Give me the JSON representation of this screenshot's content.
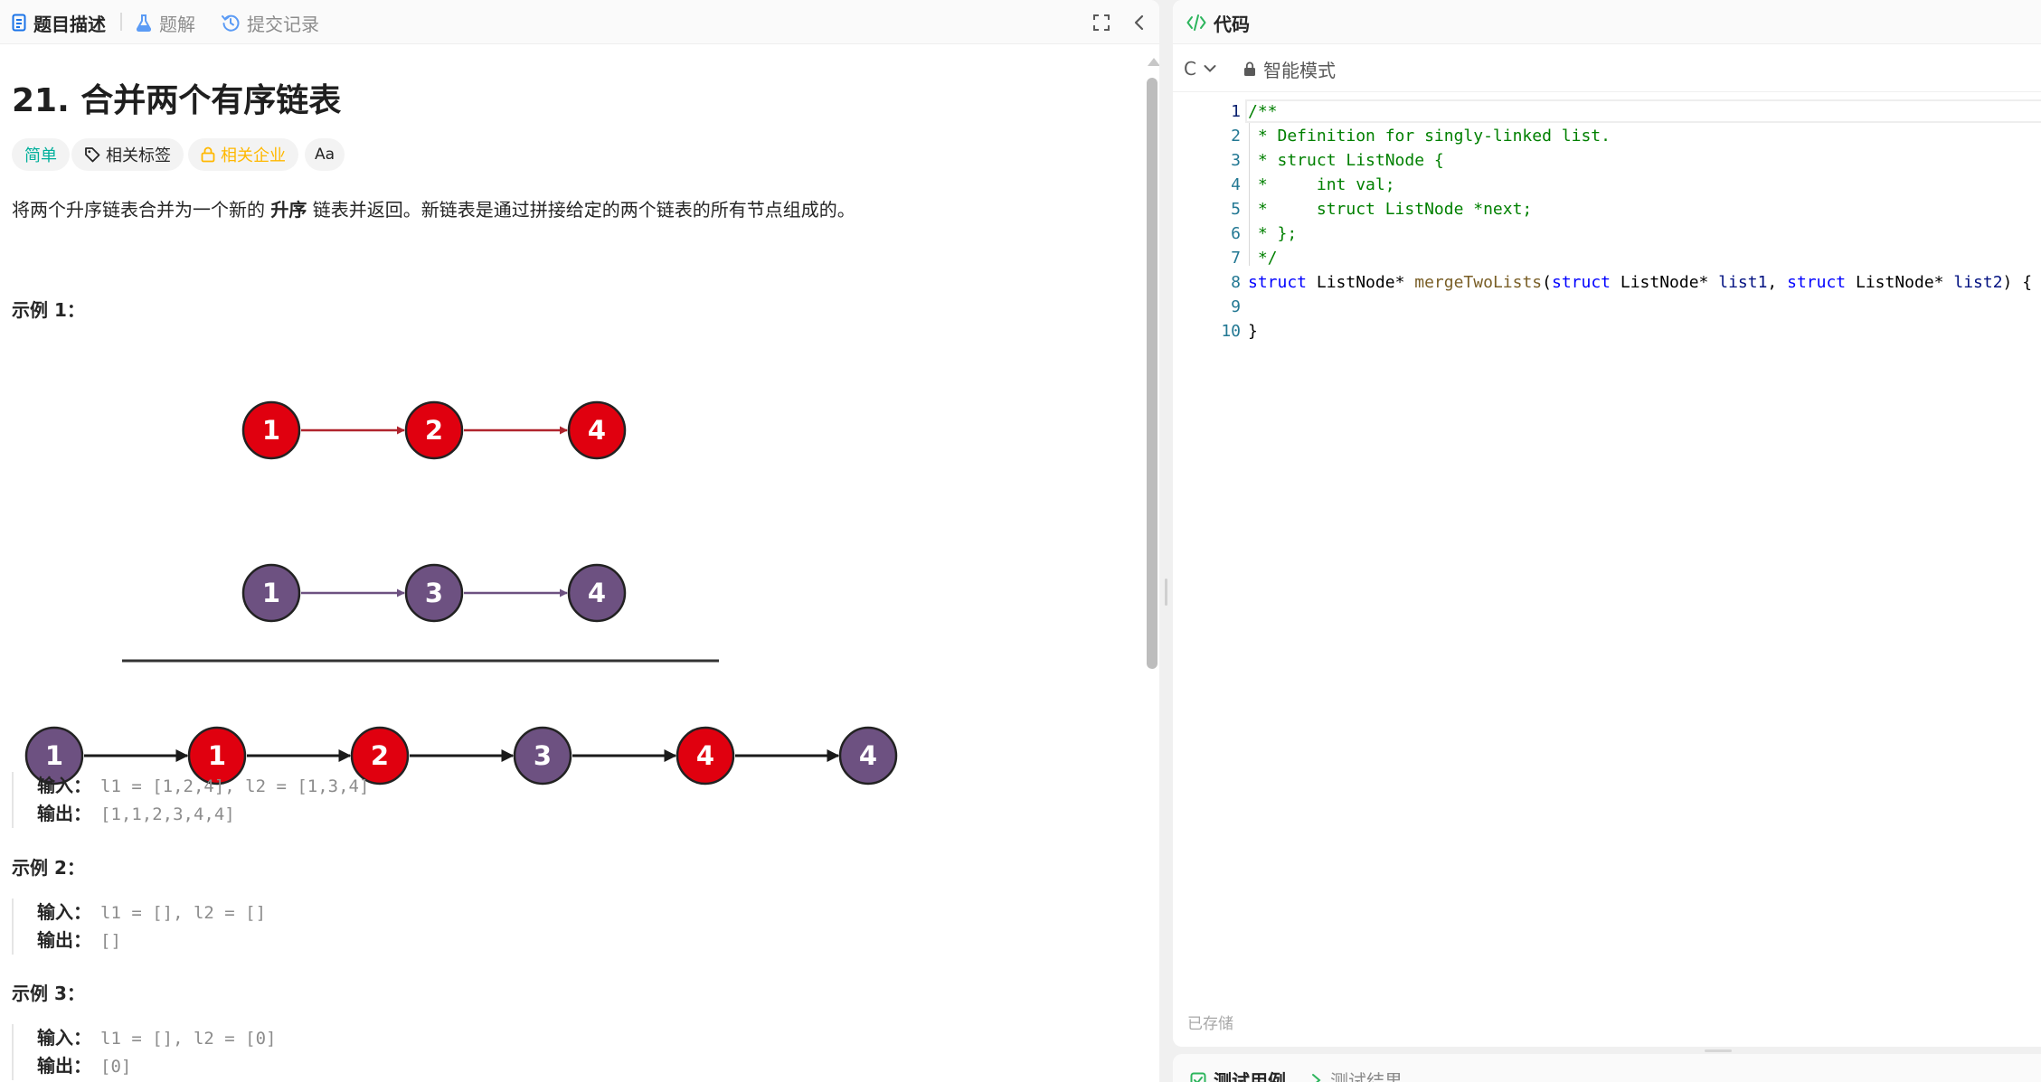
{
  "tabs": {
    "description": "题目描述",
    "solutions": "题解",
    "submissions": "提交记录"
  },
  "problem": {
    "title": "21. 合并两个有序链表",
    "difficulty": "简单",
    "related_tags": "相关标签",
    "related_companies": "相关企业",
    "translate": "Aa",
    "description_before": "将两个升序链表合并为一个新的 ",
    "description_bold": "升序",
    "description_after": " 链表并返回。新链表是通过拼接给定的两个链表的所有节点组成的。"
  },
  "examples": [
    {
      "heading": "示例 1：",
      "input_label": "输入：",
      "input": "l1 = [1,2,4], l2 = [1,3,4]",
      "output_label": "输出：",
      "output": "[1,1,2,3,4,4]"
    },
    {
      "heading": "示例 2：",
      "input_label": "输入：",
      "input": "l1 = [], l2 = []",
      "output_label": "输出：",
      "output": "[]"
    },
    {
      "heading": "示例 3：",
      "input_label": "输入：",
      "input": "l1 = [], l2 = [0]",
      "output_label": "输出：",
      "output": "[0]"
    }
  ],
  "diagram": {
    "list1": [
      "1",
      "2",
      "4"
    ],
    "list2": [
      "1",
      "3",
      "4"
    ],
    "merged": [
      {
        "value": "1",
        "source": "list2"
      },
      {
        "value": "1",
        "source": "list1"
      },
      {
        "value": "2",
        "source": "list1"
      },
      {
        "value": "3",
        "source": "list2"
      },
      {
        "value": "4",
        "source": "list1"
      },
      {
        "value": "4",
        "source": "list2"
      }
    ],
    "colors": {
      "list1_fill": "#e0000f",
      "list2_fill": "#6d5181",
      "list1_arrow": "#b0242d",
      "list2_arrow": "#6d5181",
      "merged_arrow": "#1a1a1a"
    }
  },
  "code_panel": {
    "title": "代码",
    "language": "C",
    "mode": "智能模式",
    "saved_status": "已存储",
    "lines": [
      {
        "number": "1",
        "tokens": [
          {
            "t": "/**",
            "c": "comment"
          }
        ]
      },
      {
        "number": "2",
        "tokens": [
          {
            "t": " * Definition for singly-linked list.",
            "c": "comment"
          }
        ]
      },
      {
        "number": "3",
        "tokens": [
          {
            "t": " * struct ListNode {",
            "c": "comment"
          }
        ]
      },
      {
        "number": "4",
        "tokens": [
          {
            "t": " *     int val;",
            "c": "comment"
          }
        ]
      },
      {
        "number": "5",
        "tokens": [
          {
            "t": " *     struct ListNode *next;",
            "c": "comment"
          }
        ]
      },
      {
        "number": "6",
        "tokens": [
          {
            "t": " * };",
            "c": "comment"
          }
        ]
      },
      {
        "number": "7",
        "tokens": [
          {
            "t": " */",
            "c": "comment"
          }
        ]
      },
      {
        "number": "8",
        "tokens": [
          {
            "t": "struct",
            "c": "keyword"
          },
          {
            "t": " ListNode* ",
            "c": "plain"
          },
          {
            "t": "mergeTwoLists",
            "c": "func"
          },
          {
            "t": "(",
            "c": "plain"
          },
          {
            "t": "struct",
            "c": "keyword"
          },
          {
            "t": " ListNode* ",
            "c": "plain"
          },
          {
            "t": "list1",
            "c": "param"
          },
          {
            "t": ", ",
            "c": "plain"
          },
          {
            "t": "struct",
            "c": "keyword"
          },
          {
            "t": " ListNode* ",
            "c": "plain"
          },
          {
            "t": "list2",
            "c": "param"
          },
          {
            "t": ") {",
            "c": "plain"
          }
        ]
      },
      {
        "number": "9",
        "tokens": []
      },
      {
        "number": "10",
        "tokens": [
          {
            "t": "}",
            "c": "plain"
          }
        ]
      }
    ]
  },
  "test_panel": {
    "testcase_tab": "测试用例",
    "result_tab": "测试结果"
  },
  "colors": {
    "accent_blue": "#1a73e8",
    "easy_green": "#00af9b",
    "company_gold": "#ffb800",
    "code_green": "#2db55d"
  }
}
